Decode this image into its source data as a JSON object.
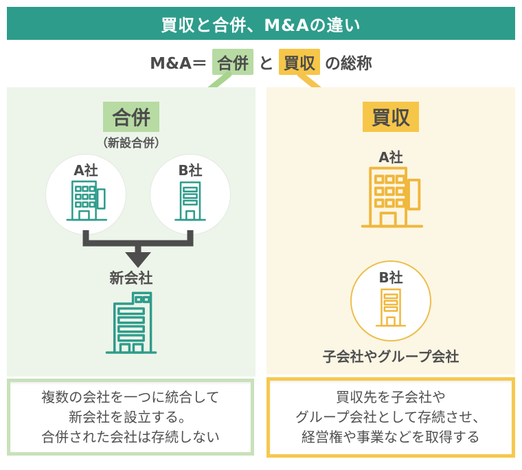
{
  "header": {
    "title": "買収と合併、M&Aの違い"
  },
  "subtitle": {
    "prefix": "M&A＝",
    "merger_chip": "合併",
    "connector": "と",
    "acquisition_chip": "買収",
    "suffix": "の総称"
  },
  "merger_panel": {
    "title": "合併",
    "subtitle": "（新設合併）",
    "company_a": "A社",
    "company_b": "B社",
    "result_label": "新会社",
    "description_lines": [
      "複数の会社を一つに統合して",
      "新会社を設立する。",
      "合併された会社は存続しない"
    ]
  },
  "acquisition_panel": {
    "title": "買収",
    "company_a": "A社",
    "company_b": "B社",
    "caption": "子会社やグループ会社",
    "description_lines": [
      "買収先を子会社や",
      "グループ会社として存続させ、",
      "経営権や事業などを取得する"
    ]
  },
  "colors": {
    "header_bg": "#2e9c8b",
    "teal_icon": "#2e9c8b",
    "merger_chip_bg": "#b7dba3",
    "merger_panel_bg": "#edf5ea",
    "merger_arrow": "#a8d48e",
    "merger_box_border": "#c8e1ba",
    "acquisition_chip_bg": "#f6c649",
    "acquisition_panel_bg": "#fcf6e4",
    "acquisition_arrow": "#f5c44e",
    "acquisition_box_border": "#f6c84e",
    "acquisition_icon": "#f0b73c",
    "text_dark": "#4b4b4b",
    "connector_gray": "#4d4d4d"
  }
}
